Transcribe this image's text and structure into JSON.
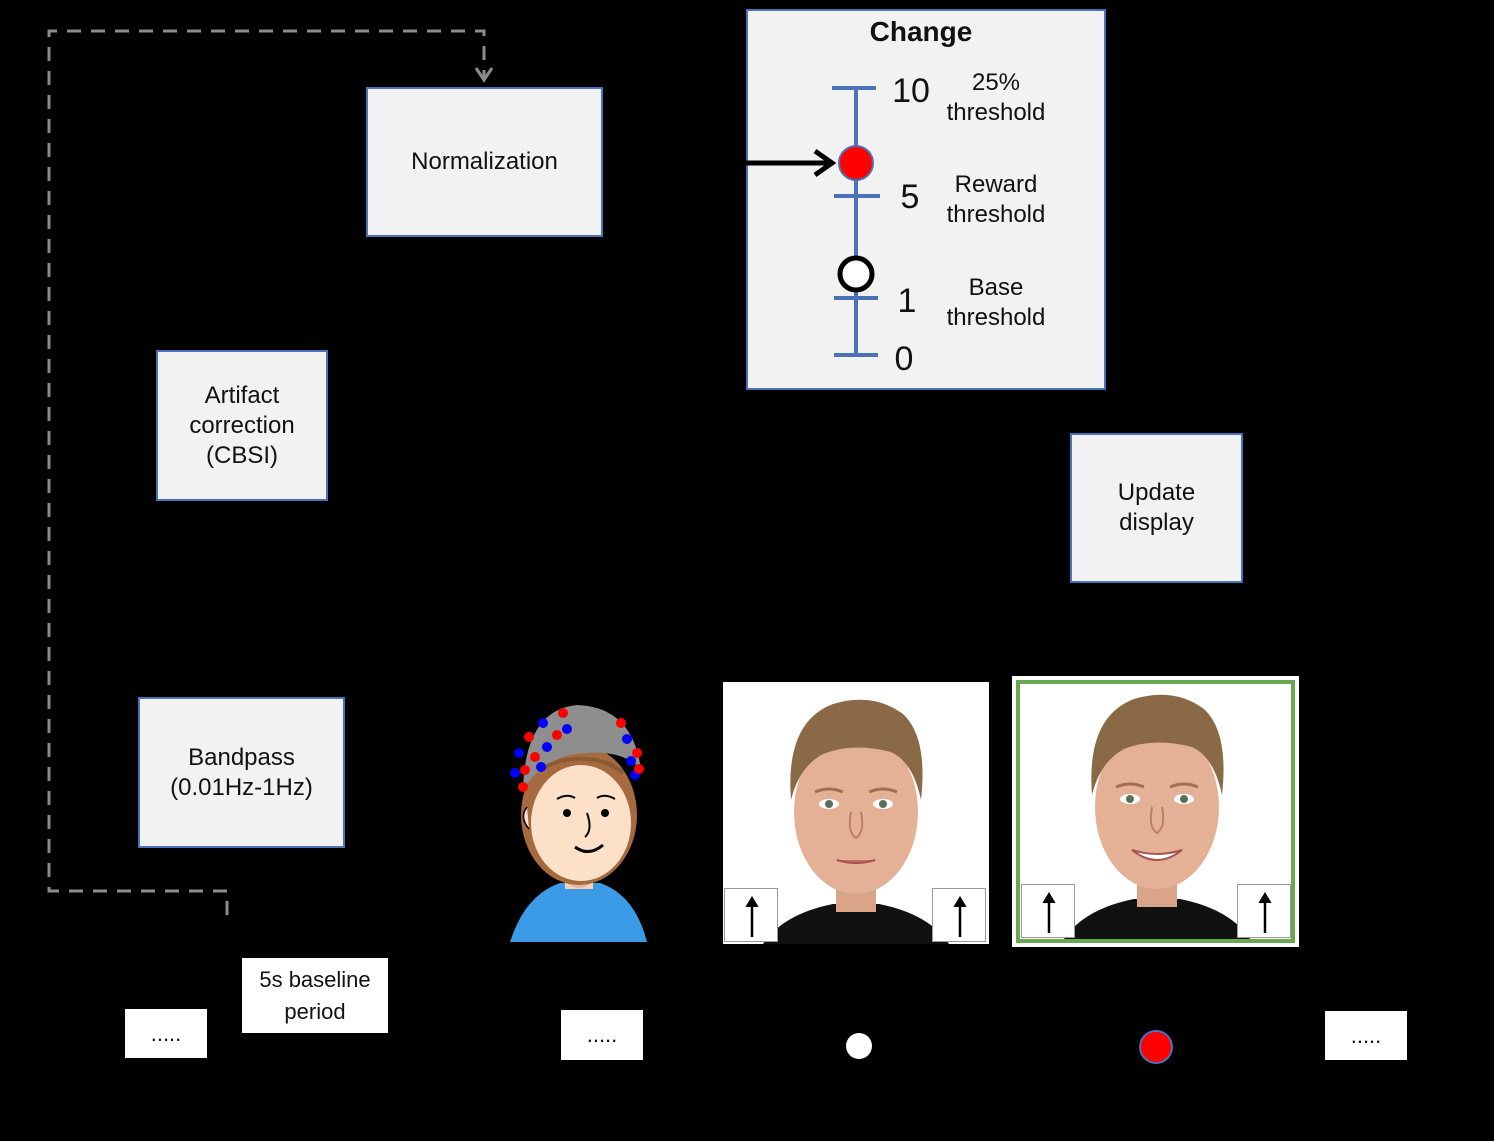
{
  "boxes": {
    "normalization": "Normalization",
    "artifact_line1": "Artifact",
    "artifact_line2": "correction",
    "artifact_line3": "(CBSI)",
    "bandpass_line1": "Bandpass",
    "bandpass_line2": "(0.01Hz-1Hz)",
    "update_line1": "Update",
    "update_line2": "display",
    "baseline_line1": "5s baseline",
    "baseline_line2": "period"
  },
  "change_panel": {
    "title": "Change",
    "scale_ticks": [
      "10",
      "5",
      "1",
      "0"
    ],
    "thresholds": [
      {
        "line1": "25%",
        "line2": "threshold"
      },
      {
        "line1": "Reward",
        "line2": "threshold"
      },
      {
        "line1": "Base",
        "line2": "threshold"
      }
    ],
    "current_marker_color": "#ff0000",
    "base_marker_color": "#ffffff"
  },
  "timeline": {
    "ellipsis_left": ".....",
    "ellipsis_mid": ".....",
    "ellipsis_right": ".....",
    "dot_white": "#ffffff",
    "dot_red": "#ff0000"
  },
  "colors": {
    "box_border": "#4a72b8",
    "scale_blue": "#4a72b8",
    "reward_frame": "#6aa84f",
    "cap_red": "#ff0000",
    "cap_blue": "#0000ff"
  }
}
